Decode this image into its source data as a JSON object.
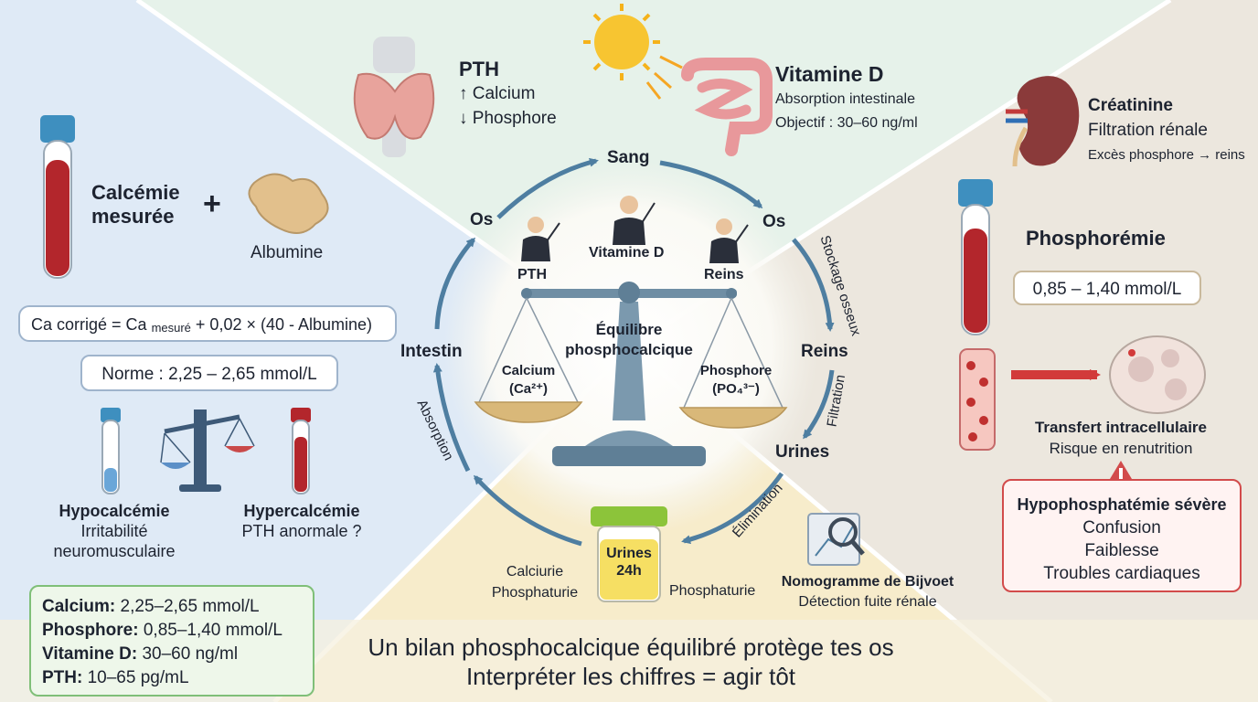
{
  "left_panel": {
    "calcemie_line1": "Calcémie",
    "calcemie_line2": "mesurée",
    "plus": "+",
    "albumine": "Albumine",
    "formula_prefix": "Ca corrigé = Ca ",
    "formula_sub": "mesuré",
    "formula_suffix": " + 0,02 × (40 - Albumine)",
    "norme": "Norme : 2,25 – 2,65 mmol/L",
    "hypo_title": "Hypocalcémie",
    "hypo_line1": "Irritabilité",
    "hypo_line2": "neuromusculaire",
    "hyper_title": "Hypercalcémie",
    "hyper_line1": "PTH anormale ?"
  },
  "reference": [
    {
      "label": "Calcium:",
      "value": "2,25–2,65 mmol/L"
    },
    {
      "label": "Phosphore:",
      "value": "0,85–1,40 mmol/L"
    },
    {
      "label": "Vitamine D:",
      "value": "30–60 ng/ml"
    },
    {
      "label": "PTH:",
      "value": "10–65 pg/mL"
    }
  ],
  "top": {
    "pth_title": "PTH",
    "pth_line1": "↑ Calcium",
    "pth_line2": "↓ Phosphore",
    "vitd_title": "Vitamine D",
    "vitd_line1": "Absorption intestinale",
    "vitd_line2": "Objectif : 30–60 ng/ml"
  },
  "cycle": {
    "sang": "Sang",
    "os_left": "Os",
    "os_right": "Os",
    "intestin": "Intestin",
    "reins": "Reins",
    "urines": "Urines",
    "stockage": "Stockage osseux",
    "filtration": "Filtration",
    "absorption": "Absorption",
    "elimination": "Élimination"
  },
  "center": {
    "cond_pth": "PTH",
    "cond_vitd": "Vitamine D",
    "cond_reins": "Reins",
    "title_line1": "Équilibre",
    "title_line2": "phosphocalcique",
    "calcium": "Calcium",
    "calcium_ion": "(Ca²⁺)",
    "phosphore": "Phosphore",
    "phosphore_ion": "(PO₄³⁻)"
  },
  "bottom": {
    "urines_line1": "Urines",
    "urines_line2": "24h",
    "calciurie": "Calciurie",
    "phosphaturie_left": "Phosphaturie",
    "phosphaturie_right": "Phosphaturie",
    "nomogramme": "Nomogramme de Bijvoet",
    "detection": "Détection fuite rénale",
    "slogan1": "Un bilan phosphocalcique équilibré protège tes os",
    "slogan2": "Interpréter les chiffres = agir tôt"
  },
  "right_panel": {
    "creatinine_title": "Créatinine",
    "creatinine_line1": "Filtration rénale",
    "creatinine_line2": "Excès phosphore → reins",
    "phospho_title": "Phosphorémie",
    "phospho_range": "0,85 – 1,40 mmol/L",
    "transfert_title": "Transfert intracellulaire",
    "transfert_line1": "Risque en renutrition",
    "alert_title": "Hypophosphatémie sévère",
    "alert_line1": "Confusion",
    "alert_line2": "Faiblesse",
    "alert_line3": "Troubles cardiaques"
  },
  "colors": {
    "left_bg": "#dfeaf6",
    "top_bg": "#e6f2ea",
    "right_bg": "#ece7de",
    "bottom_bg": "#f7eccb",
    "arrow": "#4e7ea1",
    "blood": "#b3262c",
    "alert": "#d24b4b"
  }
}
